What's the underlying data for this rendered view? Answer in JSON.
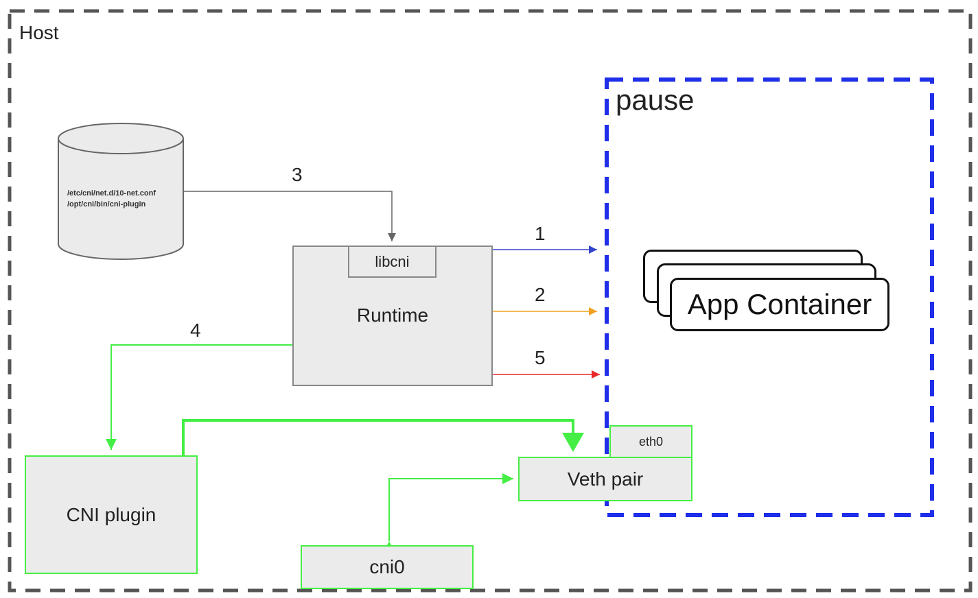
{
  "host": {
    "label": "Host"
  },
  "pause": {
    "label": "pause"
  },
  "storage": {
    "paths": [
      "/etc/cni/net.d/10-net.conf",
      "/opt/cni/bin/cni-plugin"
    ]
  },
  "runtime": {
    "label": "Runtime",
    "lib_label": "libcni"
  },
  "app_container": {
    "label": "App Container"
  },
  "cni_plugin": {
    "label": "CNI plugin"
  },
  "veth": {
    "label": "Veth pair",
    "eth_label": "eth0"
  },
  "bridge": {
    "label": "cni0"
  },
  "steps": [
    "1",
    "2",
    "3",
    "4",
    "5"
  ],
  "colors": {
    "host_border": "#555555",
    "pause_border": "#1f2ee8",
    "green": "#44ee44",
    "step1": "#3344cc",
    "step2": "#f0a020",
    "step3": "#666666",
    "step4": "#44ee44",
    "step5": "#e82828",
    "box_fill": "#ebebeb"
  }
}
